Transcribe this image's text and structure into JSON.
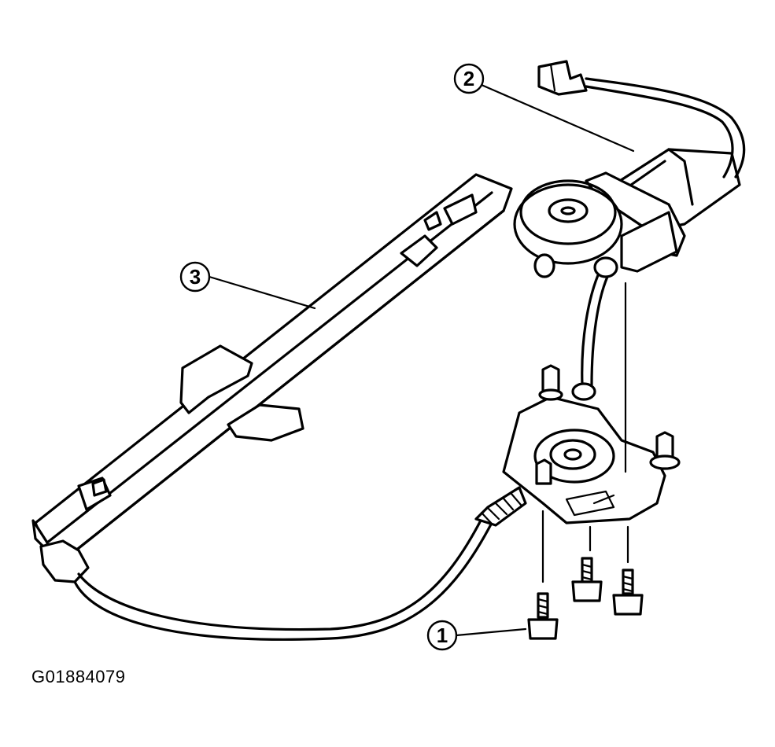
{
  "callouts": {
    "one": "1",
    "two": "2",
    "three": "3"
  },
  "figure_id": "G01884079"
}
